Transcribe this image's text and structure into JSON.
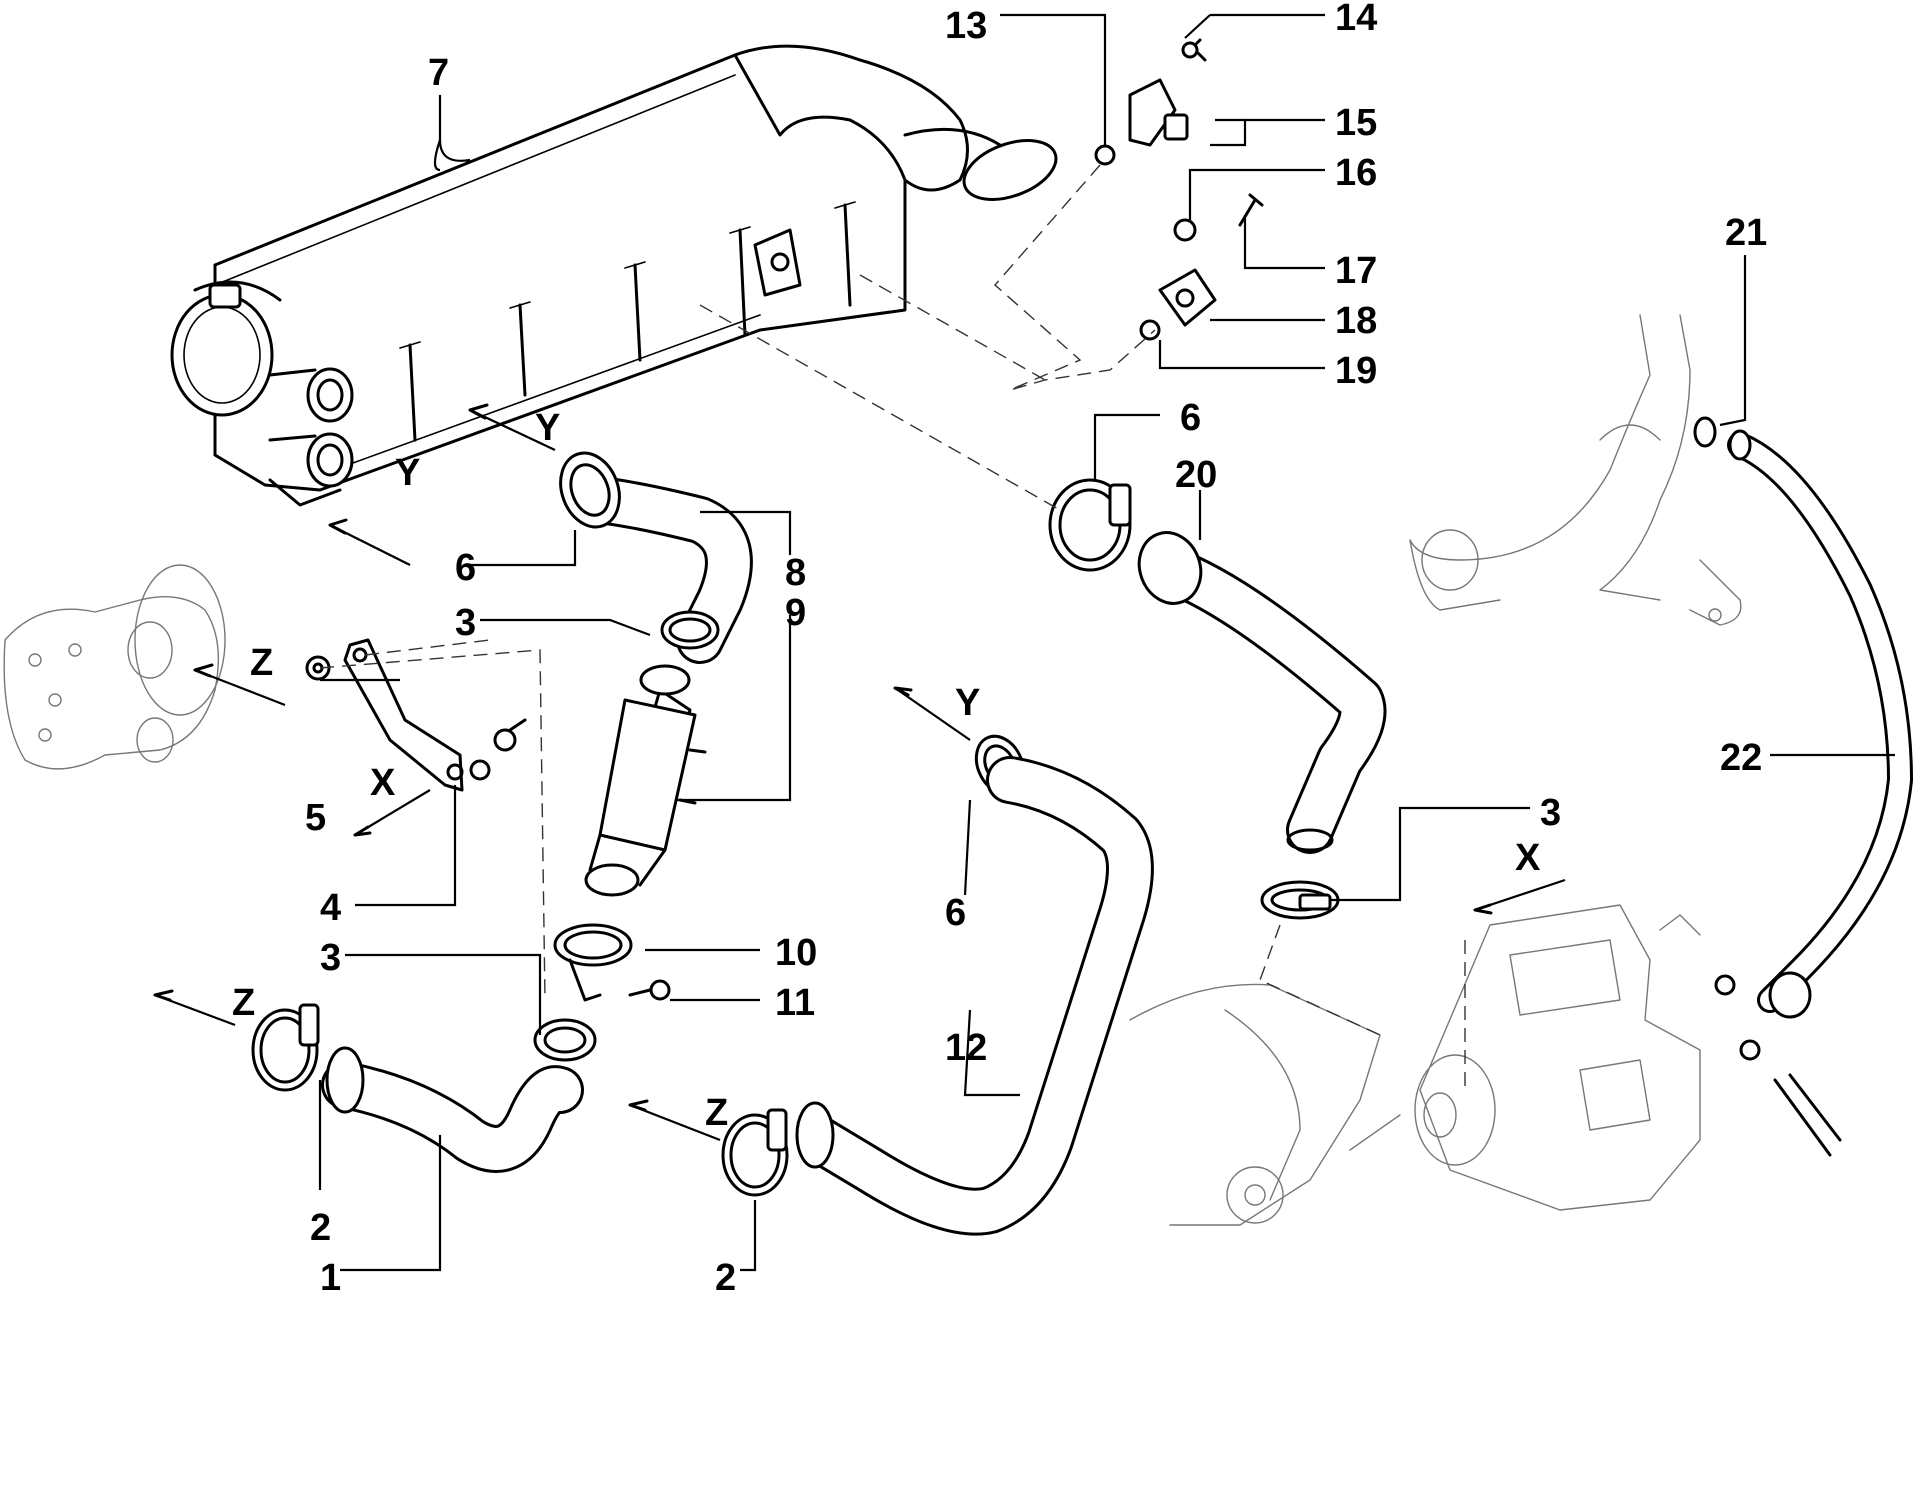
{
  "callouts": {
    "c1": "1",
    "c2a": "2",
    "c2b": "2",
    "c3a": "3",
    "c3b": "3",
    "c3c": "3",
    "c4": "4",
    "c5": "5",
    "c6a": "6",
    "c6b": "6",
    "c6c": "6",
    "c7": "7",
    "c8": "8",
    "c9": "9",
    "c10": "10",
    "c11": "11",
    "c12": "12",
    "c13": "13",
    "c14": "14",
    "c15": "15",
    "c16": "16",
    "c17": "17",
    "c18": "18",
    "c19": "19",
    "c20": "20",
    "c21": "21",
    "c22": "22"
  },
  "connection_markers": {
    "y1": "Y",
    "y2": "Y",
    "y3": "Y",
    "x1": "X",
    "x2": "X",
    "z1": "Z",
    "z2": "Z",
    "z3": "Z"
  }
}
